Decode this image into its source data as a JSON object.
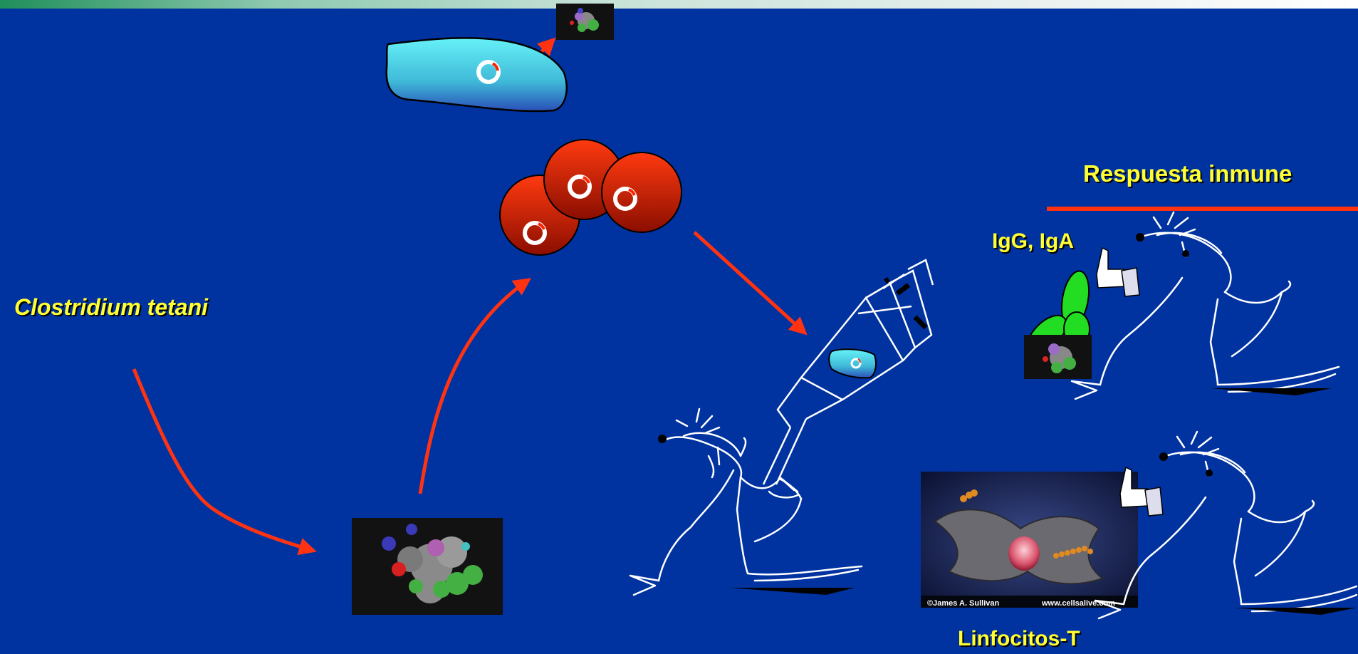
{
  "labels": {
    "organism": "Clostridium tetani",
    "immune_response": "Respuesta inmune",
    "antibodies": "IgG, IgA",
    "t_cells": "Linfocitos-T"
  },
  "photo": {
    "credit_left": "©James A. Sullivan",
    "credit_right": "www.cellsalive.com"
  },
  "colors": {
    "background": "#0033a0",
    "arrow": "#ff3311",
    "label": "#ffff33",
    "bacterium": "#55e8f0",
    "red_cell": "#cc2200",
    "antibody": "#22dd22"
  }
}
